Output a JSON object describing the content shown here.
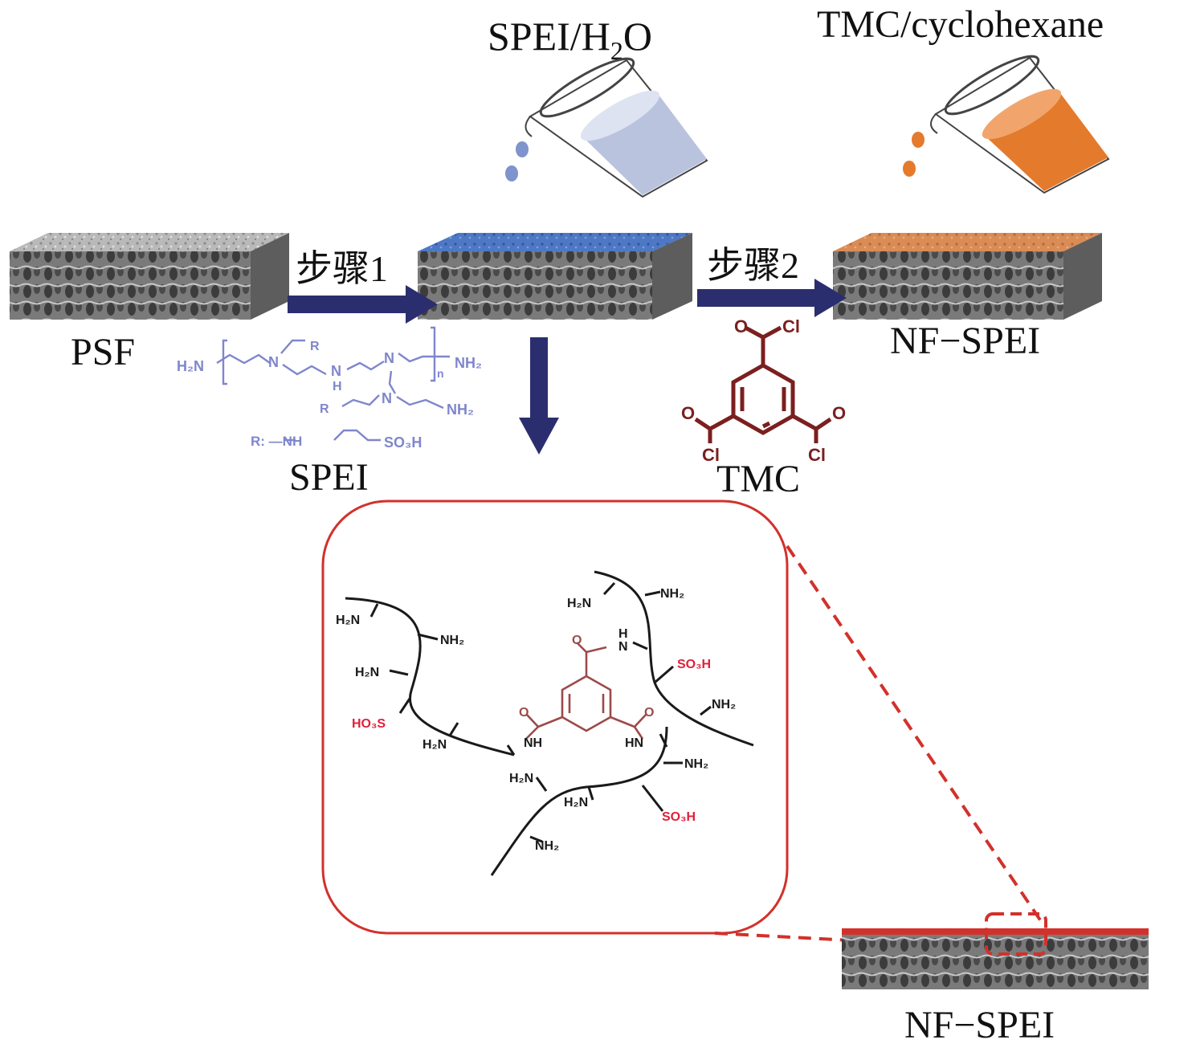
{
  "labels": {
    "spei_solution_main": "SPEI/H",
    "spei_solution_sub": "2",
    "spei_solution_tail": "O",
    "tmc_solution": "TMC/cyclohexane",
    "step1": "步骤1",
    "step2": "步骤2",
    "psf": "PSF",
    "spei": "SPEI",
    "tmc": "TMC",
    "nf_spei_top": "NF−SPEI",
    "nf_spei_bottom": "NF−SPEI"
  },
  "spei_structure": {
    "h2n_left": "H₂N",
    "r_top": "R",
    "n1": "N",
    "nh_mid": "N",
    "h_mid": "H",
    "n2": "N",
    "n_sub": "n",
    "nh2_right": "NH₂",
    "r_bottom": "R",
    "n3": "N",
    "nh2_bottom": "NH₂",
    "r_def": "R: —NH",
    "so3h": "SO₃H"
  },
  "tmc_structure": {
    "o_top": "O",
    "cl_top": "Cl",
    "o_left": "O",
    "cl_left": "Cl",
    "o_right": "O",
    "cl_right": "Cl"
  },
  "network": {
    "h2n_a": "H₂N",
    "nh2_a": "NH₂",
    "h2n_b": "H₂N",
    "ho3s": "HO₃S",
    "h2n_c": "H₂N",
    "nh_a": "NH",
    "h2n_d": "H₂N",
    "nh2_d": "NH₂",
    "hn_b": "H",
    "n_b": "N",
    "so3h_b": "SO₃H",
    "nh2_e": "NH₂",
    "hn_c": "HN",
    "nh2_f": "NH₂",
    "h2n_g": "H₂N",
    "h2n_h": "H₂N",
    "so3h_c": "SO₃H",
    "nh2_i": "NH₂"
  },
  "colors": {
    "arrow": "#2b2e6e",
    "spei_blue": "#7f86cc",
    "tmc_brown": "#7b1f1f",
    "highlight_red": "#d2312b",
    "sulfonic_red": "#e0203a",
    "water": "#b9c3de",
    "tmc_orange": "#e47a2c"
  }
}
